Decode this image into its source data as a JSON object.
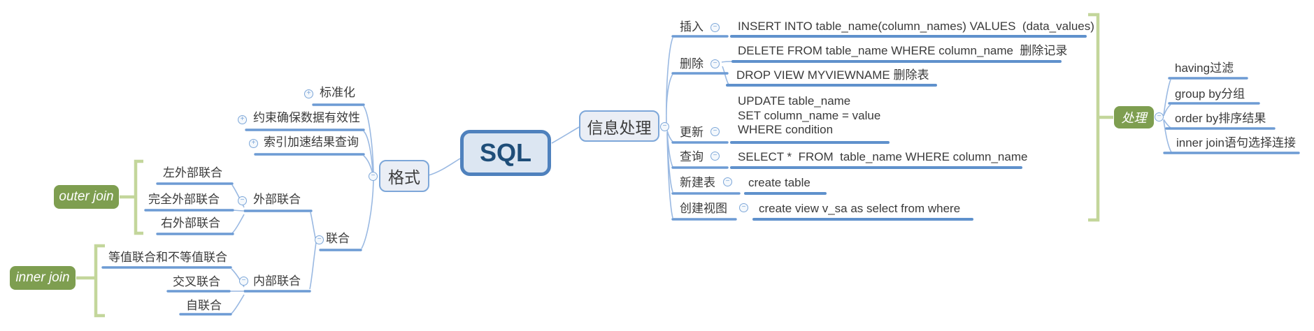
{
  "root": {
    "label": "SQL"
  },
  "format_branch": {
    "topic": "格式",
    "standardization": "标准化",
    "constraint": "约束确保数据有效性",
    "index": "索引加速结果查询",
    "union_label": "联合",
    "outer": {
      "topic": "外部联合",
      "group": "outer join",
      "left": "左外部联合",
      "full": "完全外部联合",
      "right": "右外部联合"
    },
    "inner": {
      "topic": "内部联合",
      "group": "inner join",
      "equi": "等值联合和不等值联合",
      "cross": "交叉联合",
      "self": "自联合"
    }
  },
  "info_branch": {
    "topic": "信息处理",
    "insert": {
      "label": "插入",
      "statement": "INSERT INTO table_name(column_names) VALUES  (data_values)"
    },
    "delete": {
      "label": "删除",
      "statement1": "DELETE FROM table_name WHERE column_name  删除记录",
      "statement2": "DROP VIEW MYVIEWNAME 删除表"
    },
    "update": {
      "label": "更新",
      "statement": "UPDATE table_name\nSET column_name = value\nWHERE condition"
    },
    "select": {
      "label": "查询",
      "statement": "SELECT *  FROM  table_name WHERE column_name"
    },
    "create_table": {
      "label": "新建表",
      "statement": "create table"
    },
    "create_view": {
      "label": "创建视图",
      "statement": "create view v_sa as select from where"
    },
    "processing": {
      "topic": "处理",
      "having": "having过滤",
      "group_by": "group by分组",
      "order_by": "order by排序结果",
      "inner_join": "inner join语句选择连接"
    }
  },
  "icons": {
    "expand": "+",
    "collapse": "−"
  },
  "colors": {
    "underline_blue": "#6d9bd4",
    "connector_blue": "#9ab9e2",
    "node_border_blue": "#7da7d9",
    "sql_border": "#4f81bd",
    "sql_text": "#1f4e79",
    "green_node": "#7e9e50",
    "green_bracket": "#c3d69b"
  }
}
